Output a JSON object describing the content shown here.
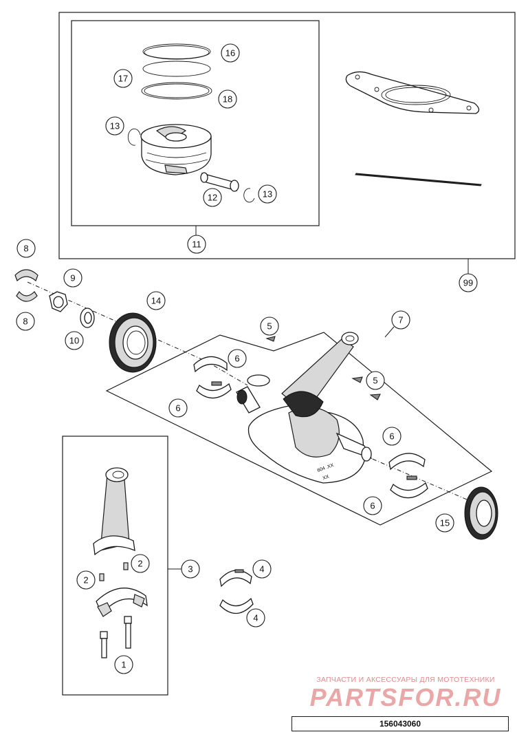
{
  "diagram": {
    "callouts": [
      {
        "id": "c16",
        "label": "16"
      },
      {
        "id": "c17",
        "label": "17"
      },
      {
        "id": "c18",
        "label": "18"
      },
      {
        "id": "c13a",
        "label": "13"
      },
      {
        "id": "c13b",
        "label": "13"
      },
      {
        "id": "c12",
        "label": "12"
      },
      {
        "id": "c11",
        "label": "11"
      },
      {
        "id": "c99",
        "label": "99"
      },
      {
        "id": "c8a",
        "label": "8"
      },
      {
        "id": "c8b",
        "label": "8"
      },
      {
        "id": "c9",
        "label": "9"
      },
      {
        "id": "c10",
        "label": "10"
      },
      {
        "id": "c14",
        "label": "14"
      },
      {
        "id": "c5a",
        "label": "5"
      },
      {
        "id": "c5b",
        "label": "5"
      },
      {
        "id": "c7",
        "label": "7"
      },
      {
        "id": "c6a",
        "label": "6"
      },
      {
        "id": "c6b",
        "label": "6"
      },
      {
        "id": "c6c",
        "label": "6"
      },
      {
        "id": "c6d",
        "label": "6"
      },
      {
        "id": "c15",
        "label": "15"
      },
      {
        "id": "c3",
        "label": "3"
      },
      {
        "id": "c2a",
        "label": "2"
      },
      {
        "id": "c2b",
        "label": "2"
      },
      {
        "id": "c1",
        "label": "1"
      },
      {
        "id": "c4a",
        "label": "4"
      },
      {
        "id": "c4b",
        "label": "4"
      }
    ],
    "crank_marking_1": "604 .XX",
    "crank_marking_2": "XX"
  },
  "watermark": {
    "line1": "ЗАПЧАСТИ И АКСЕССУАРЫ ДЛЯ МОТОТЕХНИКИ",
    "line2": "PARTSFOR.RU"
  },
  "drawing_number": "156043060"
}
